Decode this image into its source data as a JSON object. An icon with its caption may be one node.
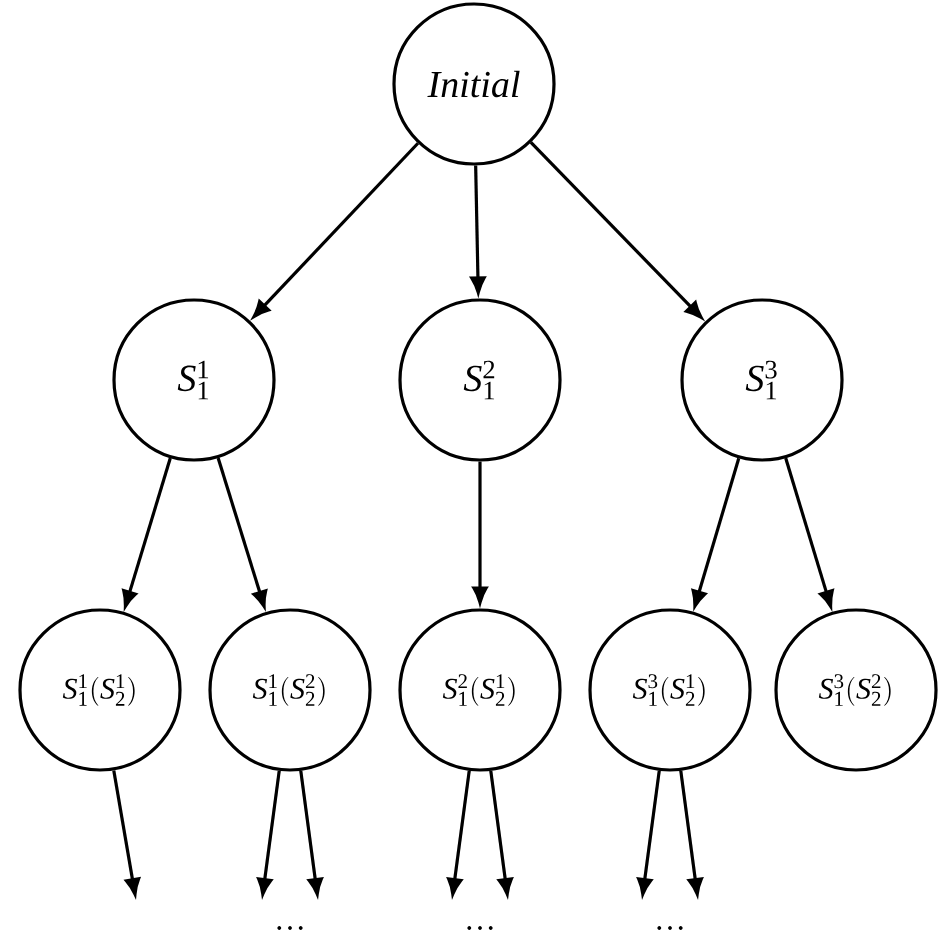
{
  "diagram": {
    "nodes": [
      {
        "text": [
          "Initial"
        ]
      },
      {
        "text": [
          "S_1^1"
        ]
      },
      {
        "text": [
          "S_1^2"
        ]
      },
      {
        "text": [
          "S_1^3"
        ]
      },
      {
        "text": [
          "S_1^1(S_2^1)"
        ]
      },
      {
        "text": [
          "S_1^1(S_2^2)"
        ]
      },
      {
        "text": [
          "S_1^2(S_2^1)"
        ]
      },
      {
        "text": [
          "S_1^3(S_2^1)"
        ]
      },
      {
        "text": [
          "S_1^3(S_2^2)"
        ]
      }
    ],
    "edges": [
      {
        "from": 0,
        "to": 1,
        "arrow": "to"
      },
      {
        "from": 0,
        "to": 2,
        "arrow": "to"
      },
      {
        "from": 0,
        "to": 3,
        "arrow": "to"
      },
      {
        "from": 1,
        "to": 4,
        "arrow": "to"
      },
      {
        "from": 1,
        "to": 5,
        "arrow": "to"
      },
      {
        "from": 2,
        "to": 6,
        "arrow": "to"
      },
      {
        "from": 3,
        "to": 7,
        "arrow": "to"
      },
      {
        "from": 3,
        "to": 8,
        "arrow": "to"
      },
      {
        "from": 4,
        "to": null,
        "arrow": "to"
      },
      {
        "from": 5,
        "to": null,
        "arrow": "to"
      },
      {
        "from": 5,
        "to": null,
        "arrow": "to"
      },
      {
        "from": 6,
        "to": null,
        "arrow": "to"
      },
      {
        "from": 6,
        "to": null,
        "arrow": "to"
      },
      {
        "from": 7,
        "to": null,
        "arrow": "to"
      },
      {
        "from": 7,
        "to": null,
        "arrow": "to"
      }
    ],
    "labels": [
      "…",
      "…",
      "…"
    ]
  }
}
